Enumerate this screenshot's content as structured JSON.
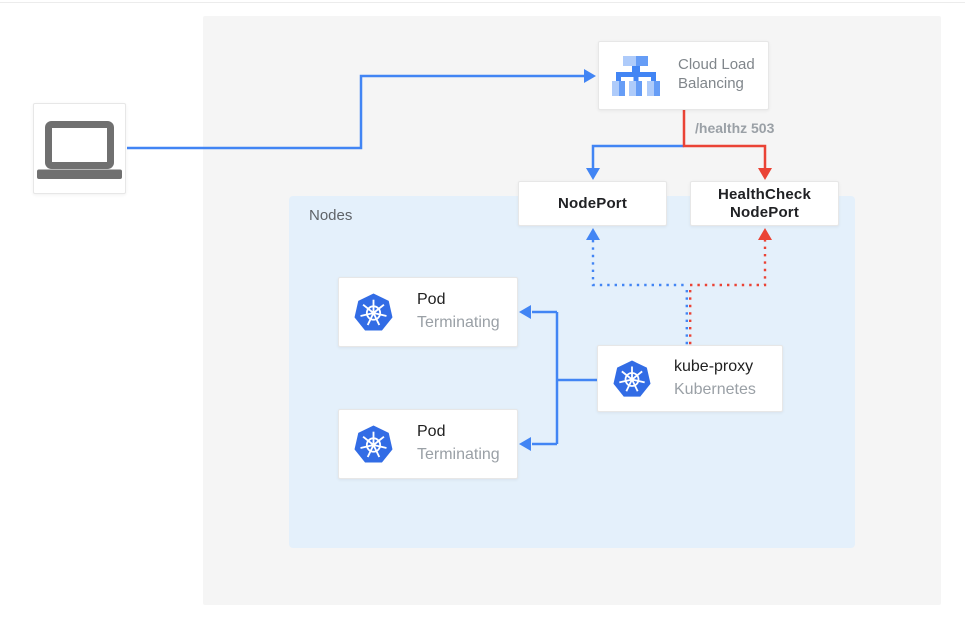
{
  "nodes_group": {
    "label": "Nodes"
  },
  "load_balancer": {
    "title": "Cloud Load Balancing"
  },
  "node_port": {
    "label": "NodePort"
  },
  "health_check_node_port": {
    "label": "HealthCheck NodePort"
  },
  "pods": [
    {
      "title": "Pod",
      "subtitle": "Terminating"
    },
    {
      "title": "Pod",
      "subtitle": "Terminating"
    }
  ],
  "kube_proxy": {
    "title": "kube-proxy",
    "subtitle": "Kubernetes"
  },
  "annotations": {
    "health_check_status": "/healthz 503"
  },
  "icons": {
    "client": "laptop-icon",
    "load_balancer": "load-balancer-icon",
    "pod": "kubernetes-icon",
    "kube_proxy": "kubernetes-icon"
  },
  "colors": {
    "traffic_blue": "#4285f4",
    "health_red": "#ea4335",
    "kubernetes_blue": "#326ce5",
    "panel_gray": "#f5f5f5",
    "nodes_background": "#e4f0fb",
    "muted_text": "#80868b",
    "title_text": "#212121"
  }
}
